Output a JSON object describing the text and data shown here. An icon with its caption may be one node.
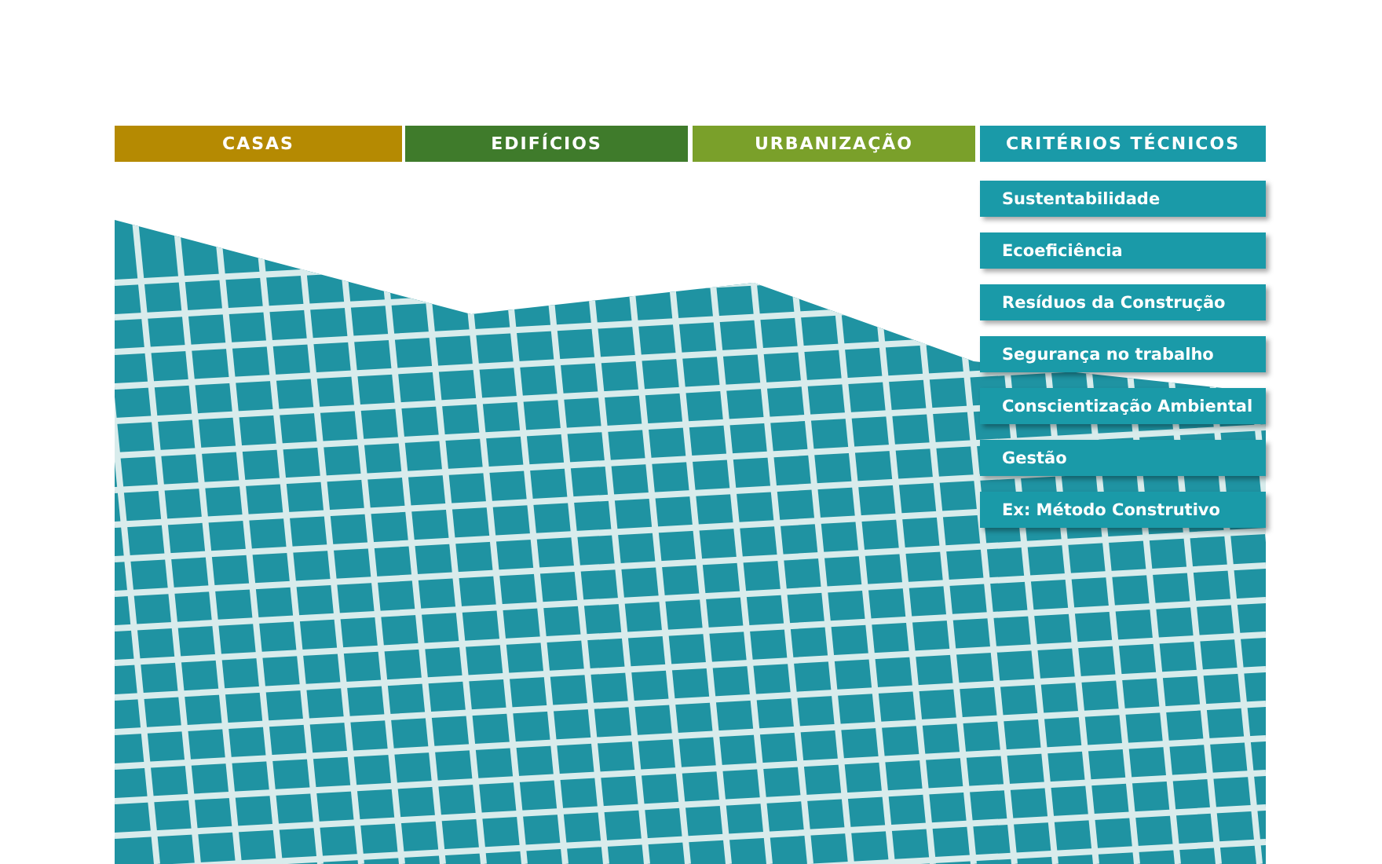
{
  "diagram": {
    "nodes": [
      {
        "text": [
          "CASAS"
        ]
      },
      {
        "text": [
          "EDIFÍCIOS"
        ]
      },
      {
        "text": [
          "URBANIZAÇÃO"
        ]
      },
      {
        "text": [
          "CRITÉRIOS TÉCNICOS"
        ]
      },
      {
        "text": [
          "Sustentabilidade"
        ]
      },
      {
        "text": [
          "Ecoeficiência"
        ]
      },
      {
        "text": [
          "Resíduos da Construção"
        ]
      },
      {
        "text": [
          "Segurança no trabalho"
        ]
      },
      {
        "text": [
          "Conscientização Ambiental"
        ]
      },
      {
        "text": [
          "Gestão"
        ]
      },
      {
        "text": [
          "Ex: Método Construtivo"
        ]
      }
    ]
  }
}
